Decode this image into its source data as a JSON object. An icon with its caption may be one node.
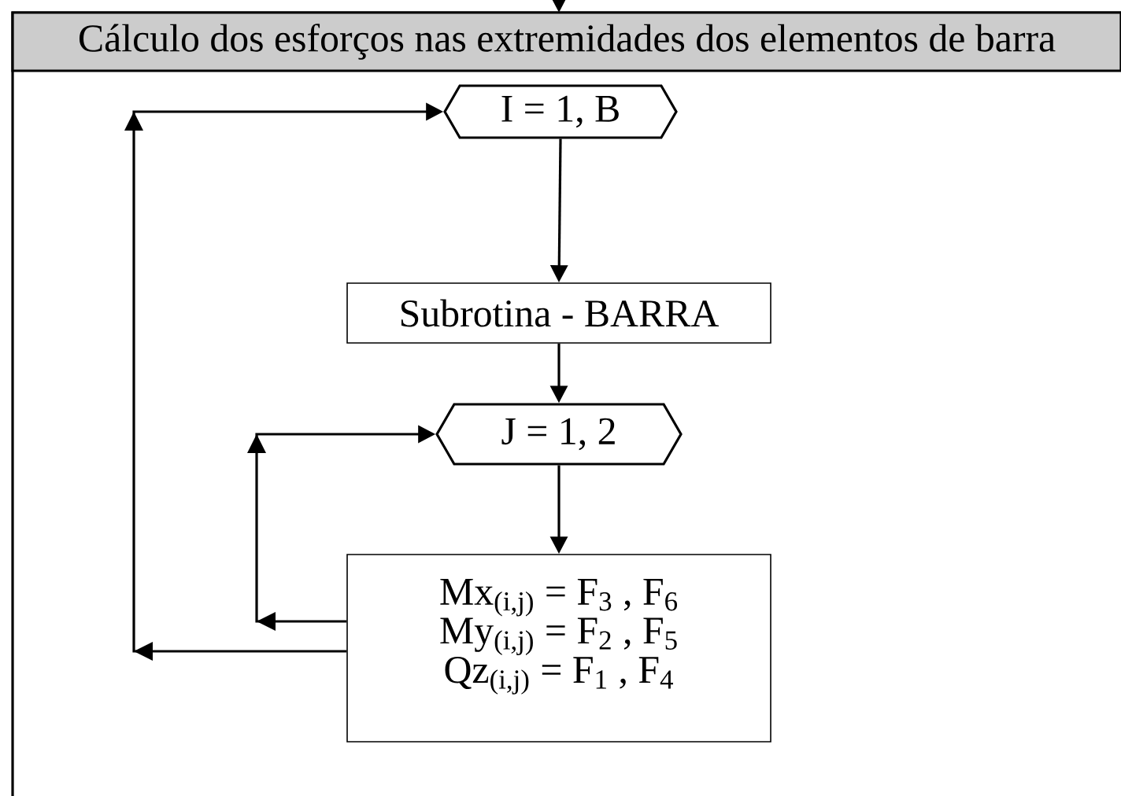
{
  "diagram": {
    "nodes": [
      {
        "text": [
          "Cálculo dos esforços nas extremidades dos elementos de barra"
        ]
      },
      {
        "text": [
          "I = 1, B"
        ],
        "in": 0
      },
      {
        "text": [
          "Subrotina - BARRA"
        ],
        "in": 0
      },
      {
        "text": [
          "J = 1, 2"
        ],
        "in": 0
      },
      {
        "text": [
          "Mx$_{(i,j)}$ = F$_{3}$ , F$_{6}$",
          "My$_{(i,j)}$ = F$_{2}$ , F$_{5}$",
          "Qz$_{(i,j)}$ = F$_{1}$ , F$_{4}$"
        ],
        "in": 0
      }
    ],
    "edges": [
      {
        "from": null,
        "to": 0,
        "arrow": "to"
      },
      {
        "from": 1,
        "to": 2,
        "arrow": "to"
      },
      {
        "from": 2,
        "to": 3,
        "arrow": "to"
      },
      {
        "from": 3,
        "to": 4,
        "arrow": "to"
      },
      {
        "from": 4,
        "to": 3,
        "arrow": "to"
      },
      {
        "from": 4,
        "to": 1,
        "arrow": "to"
      }
    ]
  }
}
